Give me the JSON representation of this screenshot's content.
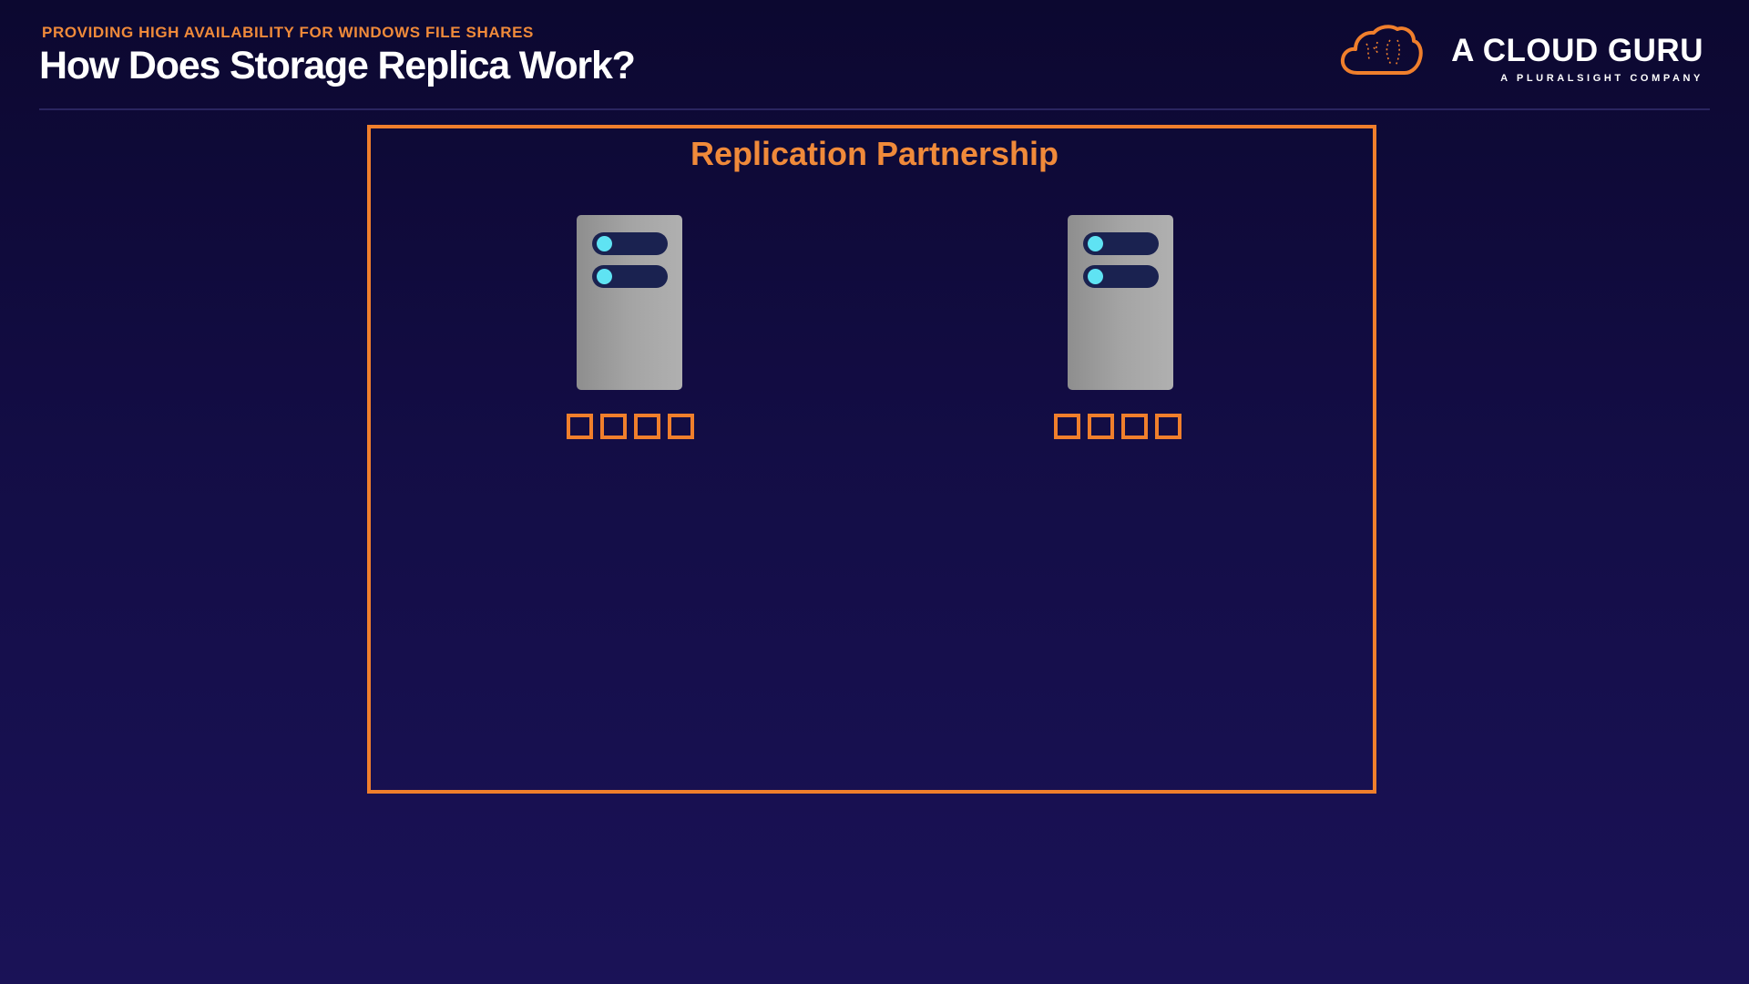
{
  "header": {
    "subtitle": "PROVIDING HIGH AVAILABILITY FOR WINDOWS FILE SHARES",
    "title": "How Does Storage Replica Work?"
  },
  "logo": {
    "brand": "A CLOUD GURU",
    "tagline": "A PLURALSIGHT COMPANY",
    "icon": "cloud-icon"
  },
  "diagram": {
    "box_title": "Replication Partnership",
    "servers": [
      {
        "icon": "server-icon",
        "status_lights": 2,
        "disks": 4
      },
      {
        "icon": "server-icon",
        "status_lights": 2,
        "disks": 4
      }
    ]
  },
  "colors": {
    "accent": "#f07f2c",
    "background": "#130d45",
    "server": "#a4a4a4",
    "slot": "#1a2250",
    "led": "#5fe3f3"
  }
}
